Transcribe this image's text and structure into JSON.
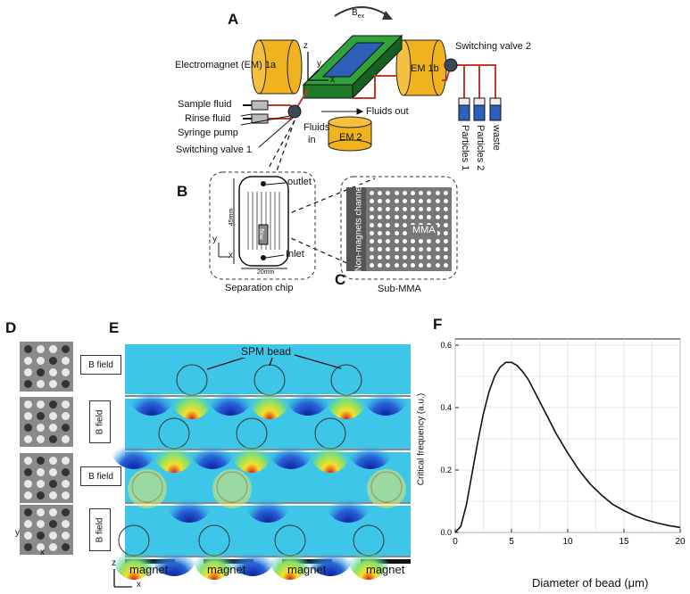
{
  "panels": {
    "A": "A",
    "B": "B",
    "C": "C",
    "D": "D",
    "E": "E",
    "F": "F"
  },
  "schematic": {
    "bex": "B",
    "bex_sub": "ex",
    "em1a": "Electromagnet (EM) 1a",
    "em1b": "EM 1b",
    "em2": "EM 2",
    "switching_valve_2": "Switching valve 2",
    "sample_fluid": "Sample fluid",
    "rinse_fluid": "Rinse fluid",
    "syringe_pump": "Syringe pump",
    "switching_valve_1": "Switching valve 1",
    "fluids_in_1": "Fluids",
    "fluids_in_2": "in",
    "fluids_out": "Fluids out",
    "particles1": "Particles 1",
    "particles2": "Particles 2",
    "waste": "waste",
    "axis_z": "z",
    "axis_y": "y",
    "axis_x": "x"
  },
  "chip": {
    "outlet": "outlet",
    "inlet": "Inlet",
    "dim_h": "45mm",
    "dim_w": "20mm",
    "flow": "flow",
    "caption": "Separation chip",
    "axis_y": "y",
    "axis_x": "x"
  },
  "submma": {
    "channel": "Non-magnets channel",
    "mma": "MMA",
    "caption": "Sub-MMA"
  },
  "panelD": {
    "fields": [
      "B field",
      "B field",
      "B field",
      "B field"
    ],
    "axis_y": "y",
    "axis_x": "x"
  },
  "panelE": {
    "spm_bead": "SPM bead",
    "magnets": [
      "magnet",
      "magnet",
      "magnet",
      "magnet"
    ],
    "axis_z": "z",
    "axis_x": "x"
  },
  "chart_data": {
    "type": "line",
    "title": "",
    "xlabel": "Diameter of bead (μm)",
    "ylabel": "Critical frequency (a.u.)",
    "xlim": [
      0,
      20
    ],
    "ylim": [
      0,
      0.62
    ],
    "xticks": [
      0,
      5,
      10,
      15,
      20
    ],
    "yticks": [
      0.0,
      0.2,
      0.4,
      0.6
    ],
    "grid": true,
    "series": [
      {
        "x": [
          0,
          0.5,
          1,
          1.5,
          2,
          2.5,
          3,
          3.5,
          4,
          4.5,
          5,
          5.5,
          6,
          6.5,
          7,
          8,
          9,
          10,
          11,
          12,
          13,
          14,
          15,
          16,
          17,
          18,
          19,
          20
        ],
        "y": [
          0.0,
          0.02,
          0.09,
          0.19,
          0.29,
          0.38,
          0.45,
          0.5,
          0.53,
          0.545,
          0.545,
          0.535,
          0.515,
          0.49,
          0.455,
          0.385,
          0.315,
          0.255,
          0.2,
          0.155,
          0.12,
          0.09,
          0.07,
          0.053,
          0.04,
          0.03,
          0.022,
          0.016
        ]
      }
    ]
  }
}
